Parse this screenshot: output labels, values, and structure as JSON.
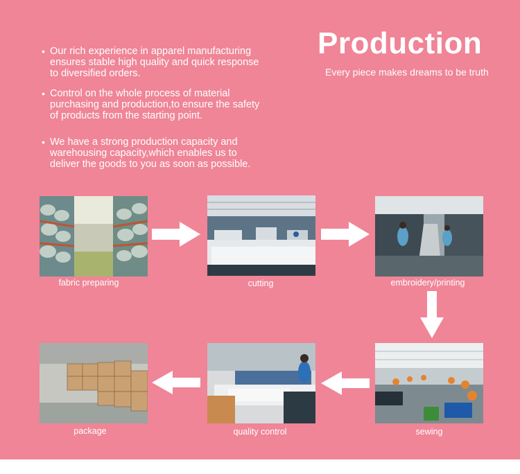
{
  "header": {
    "title": "Production",
    "subtitle": "Every piece makes dreams to be truth"
  },
  "bullets": [
    "Our rich experience in apparel manufacturing ensures stable high quality and quick response to diversified orders.",
    "Control on the whole process of material purchasing and production,to ensure the safety of products from the starting point.",
    "We have a strong production capacity and warehousing capacity,which enables us to deliver the goods to you as soon as possible."
  ],
  "bullet_lines": [
    [
      "Our rich experience in apparel manufacturing",
      "ensures stable high quality and quick response",
      "to diversified orders."
    ],
    [
      "Control on the whole process of material",
      "purchasing and production,to ensure the safety",
      "of products from the starting point."
    ],
    [
      "We have a strong production capacity and",
      "warehousing capacity,which enables us to",
      "deliver the goods to you as soon as possible."
    ]
  ],
  "steps": [
    {
      "label": "fabric preparing",
      "image": "warehouse shelves with fabric rolls"
    },
    {
      "label": "cutting",
      "image": "cutting workshop"
    },
    {
      "label": "embroidery/printing",
      "image": "embroidery machines with workers"
    },
    {
      "label": "sewing",
      "image": "sewing line with workers"
    },
    {
      "label": "quality control",
      "image": "quality inspection table"
    },
    {
      "label": "package",
      "image": "cartons stacked in warehouse"
    }
  ],
  "colors": {
    "background": "#ef8597",
    "text": "#ffffff",
    "arrow": "#ffffff"
  }
}
